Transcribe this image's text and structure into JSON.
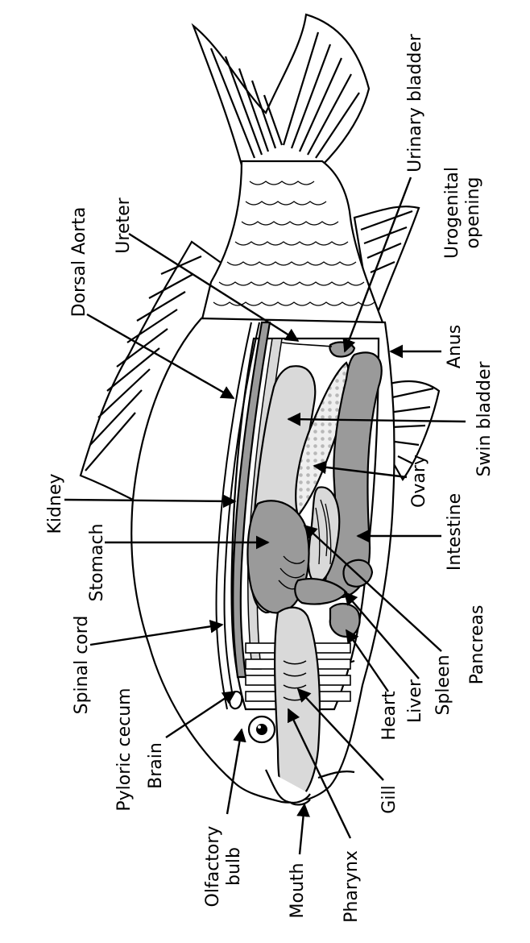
{
  "labels": {
    "spinal_cord": "Spinal cord",
    "pyloric_cecum": "Pyloric cecum",
    "brain": "Brain",
    "olfactory_bulb_1": "Olfactory",
    "olfactory_bulb_2": "bulb",
    "mouth": "Mouth",
    "pharynx": "Pharynx",
    "gill": "Gill",
    "heart": "Heart",
    "liver": "Liver",
    "spleen": "Spleen",
    "pancreas": "Pancreas",
    "intestine": "Intestine",
    "ovary": "Ovary",
    "swim_bladder": "Swin bladder",
    "anus": "Anus",
    "urogenital_1": "Urogenital",
    "urogenital_2": "opening",
    "urinary_bladder": "Urinary bladder",
    "ureter": "Ureter",
    "dorsal_aorta": "Dorsal Aorta",
    "kidney": "Kidney",
    "stomach": "Stomach"
  },
  "colors": {
    "dark_organ": "#9a9a9a",
    "light_organ": "#d9d9d9",
    "outline": "#000000"
  }
}
